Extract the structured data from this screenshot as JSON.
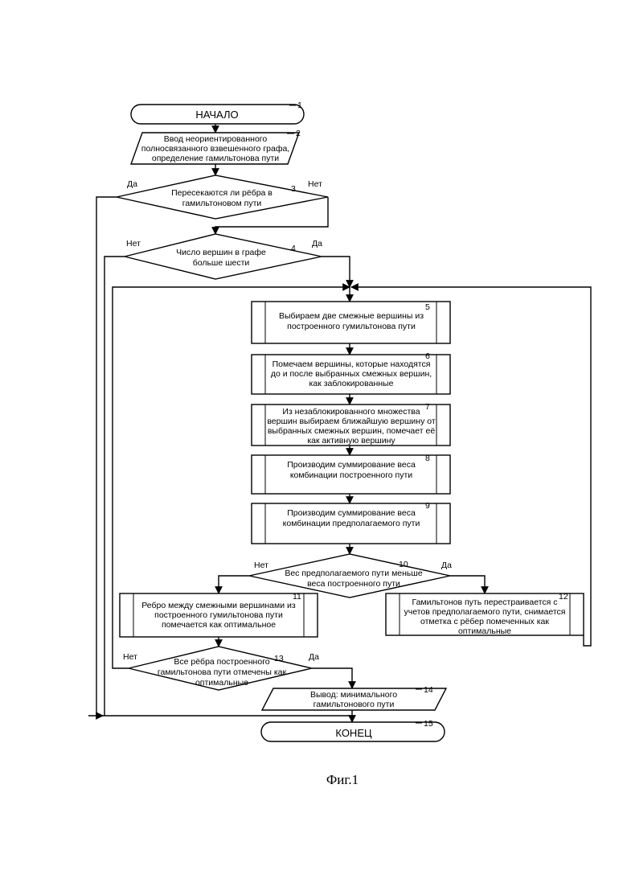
{
  "blocks": {
    "b1": {
      "num": "1",
      "lines": [
        "НАЧАЛО"
      ]
    },
    "b2": {
      "num": "2",
      "lines": [
        "Ввод неориентированного",
        "полносвязанного взвешенного графа,",
        "определение гамильтонова пути"
      ]
    },
    "b3": {
      "num": "3",
      "lines": [
        "Пересекаются ли рёбра в",
        "гамильтоновом пути"
      ]
    },
    "b4": {
      "num": "4",
      "lines": [
        "Число вершин в графе",
        "больше шести"
      ]
    },
    "b5": {
      "num": "5",
      "lines": [
        "Выбираем две смежные вершины из",
        "построенного гумильтонова пути"
      ]
    },
    "b6": {
      "num": "6",
      "lines": [
        "Помечаем вершины, которые находятся",
        "до и после выбранных смежных вершин,",
        "как заблокированные"
      ]
    },
    "b7": {
      "num": "7",
      "lines": [
        "Из незаблокированного множества",
        "вершин выбираем ближайшую вершину от",
        "выбранных смежных вершин, помечает её",
        "как активную вершину"
      ]
    },
    "b8": {
      "num": "8",
      "lines": [
        "Производим суммирование веса",
        "комбинации построенного пути"
      ]
    },
    "b9": {
      "num": "9",
      "lines": [
        "Производим суммирование веса",
        "комбинации предполагаемого пути"
      ]
    },
    "b10": {
      "num": "10",
      "lines": [
        "Вес предполагаемого пути меньше",
        "веса построенного пути"
      ]
    },
    "b11": {
      "num": "11",
      "lines": [
        "Ребро между смежными вершинами из",
        "построенного гумильтонова пути",
        "помечается как оптимальное"
      ]
    },
    "b12": {
      "num": "12",
      "lines": [
        "Гамильтонов путь перестраивается с",
        "учетов предполагаемого пути, снимается",
        "отметка с рёбер помеченных как",
        "оптимальные"
      ]
    },
    "b13": {
      "num": "13",
      "lines": [
        "Все рёбра построенного",
        "гамильтонова пути отмечены как",
        "оптимальные"
      ]
    },
    "b14": {
      "num": "14",
      "lines": [
        "Вывод: минимального",
        "гамильтонового пути"
      ]
    },
    "b15": {
      "num": "15",
      "lines": [
        "КОНЕЦ"
      ]
    }
  },
  "branch_labels": {
    "b3_yes": "Да",
    "b3_no": "Нет",
    "b4_no": "Нет",
    "b4_yes": "Да",
    "b10_no": "Нет",
    "b10_yes": "Да",
    "b13_no": "Нет",
    "b13_yes": "Да"
  },
  "caption": "Фиг.1"
}
